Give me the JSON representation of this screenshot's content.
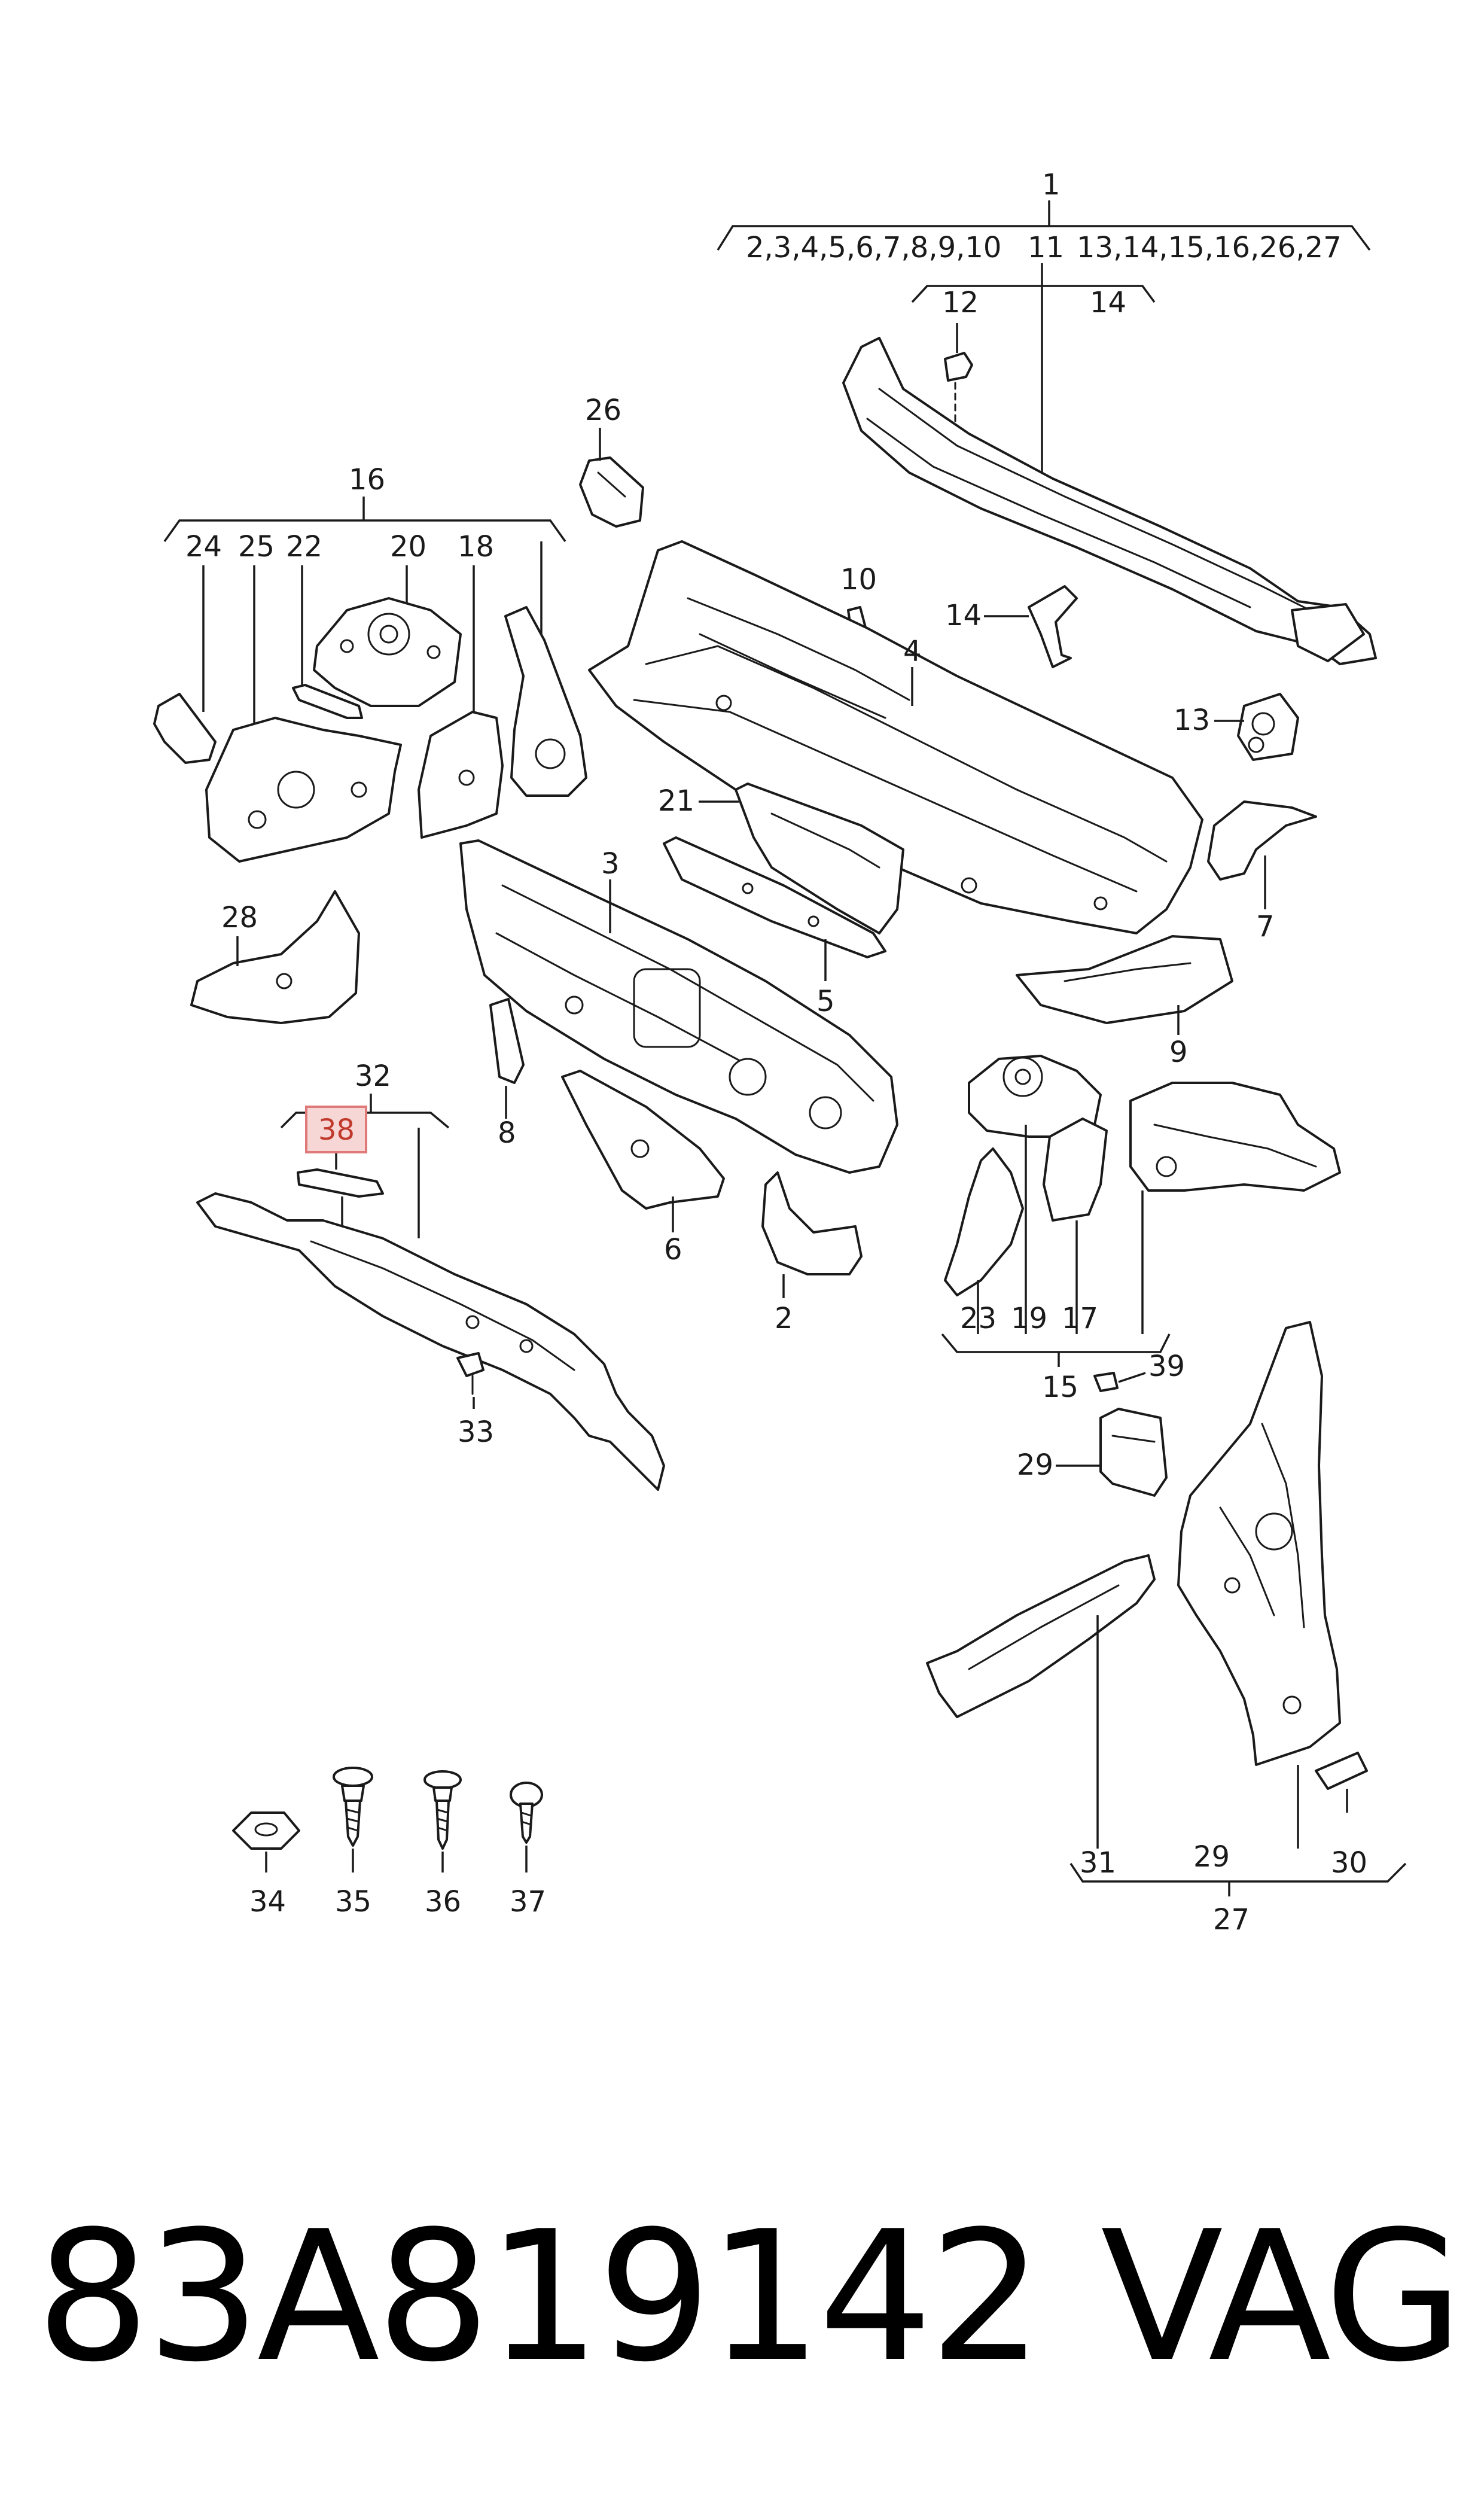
{
  "callouts": {
    "c1": "1",
    "c1_group_left": "2,3,4,5,6,7,8,9,10",
    "c1_group_mid": "11",
    "c1_group_right": "13,14,15,16,26,27",
    "c2": "2",
    "c3": "3",
    "c4": "4",
    "c5": "5",
    "c6": "6",
    "c7": "7",
    "c8": "8",
    "c9": "9",
    "c10": "10",
    "c11_12": "12",
    "c11_14": "14",
    "c13": "13",
    "c14": "14",
    "c15": "15",
    "c16": "16",
    "c17": "17",
    "c18": "18",
    "c19": "19",
    "c20": "20",
    "c21": "21",
    "c22": "22",
    "c23": "23",
    "c24": "24",
    "c25": "25",
    "c26": "26",
    "c27": "27",
    "c28": "28",
    "c29a": "29",
    "c29b": "29",
    "c30": "30",
    "c31": "31",
    "c32": "32",
    "c33": "33",
    "c34": "34",
    "c35": "35",
    "c36": "36",
    "c37": "37",
    "c38": "38",
    "c39": "39"
  },
  "highlight_color": "#f7d6d6",
  "footer": {
    "part_number": "83A819142",
    "brand": "VAG"
  }
}
